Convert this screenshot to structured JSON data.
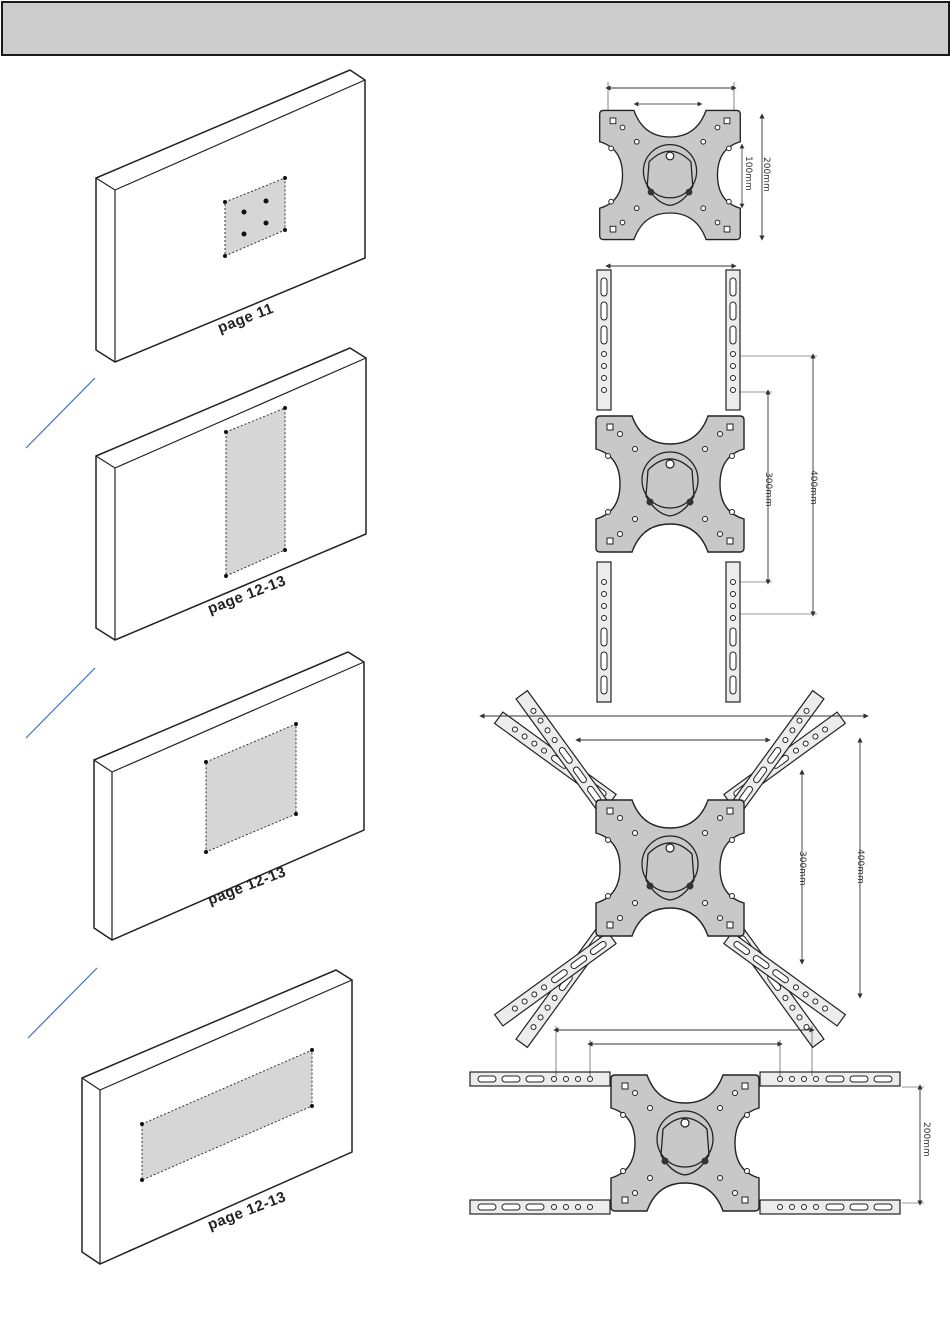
{
  "header": {
    "title": ""
  },
  "tv_panels": [
    {
      "page_label": "page 11"
    },
    {
      "page_label": "page 12-13"
    },
    {
      "page_label": "page 12-13"
    },
    {
      "page_label": "page 12-13"
    }
  ],
  "dimensions": {
    "config1": {
      "height_outer": "200mm",
      "height_inner": "100mm"
    },
    "config2": {
      "inner": "300mm",
      "outer": "400mm"
    },
    "config3": {
      "inner": "300mm",
      "outer": "400mm"
    },
    "config4": {
      "height": "200mm"
    }
  },
  "colors": {
    "panel": "#d6d6d6",
    "outline": "#222222",
    "accent_line": "#3a6fc4",
    "header": "#cdcdcd"
  }
}
